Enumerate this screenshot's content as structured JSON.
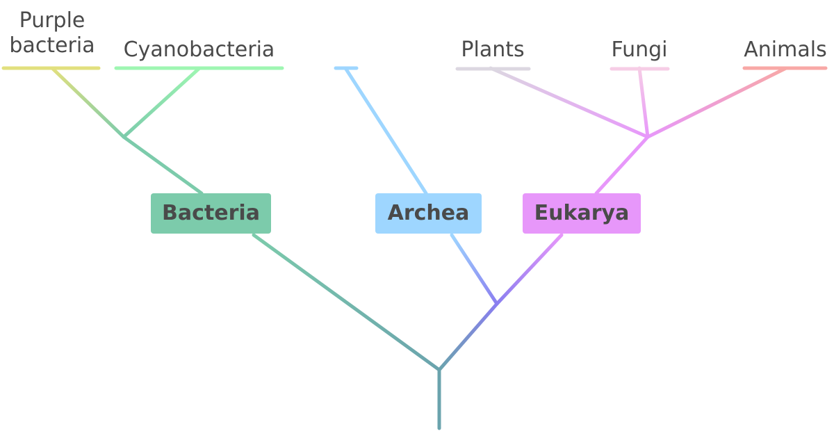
{
  "diagram": {
    "type": "phylogenetic-tree",
    "domains": [
      {
        "id": "bacteria",
        "label": "Bacteria",
        "color": "#7ccbab"
      },
      {
        "id": "archea",
        "label": "Archea",
        "color": "#9ed6ff"
      },
      {
        "id": "eukarya",
        "label": "Eukarya",
        "color": "#e797fa"
      }
    ],
    "leaves": [
      {
        "id": "purple-bacteria",
        "label_lines": [
          "Purple",
          "bacteria"
        ],
        "parent": "bacteria",
        "color": "#e2e07e"
      },
      {
        "id": "cyanobacteria",
        "label_lines": [
          "Cyanobacteria"
        ],
        "parent": "bacteria",
        "color": "#9ef6b2"
      },
      {
        "id": "archea-leaf",
        "label_lines": [],
        "parent": "archea",
        "color": "#9ed6ff"
      },
      {
        "id": "plants",
        "label_lines": [
          "Plants"
        ],
        "parent": "eukarya",
        "color": "#dcd7e1"
      },
      {
        "id": "fungi",
        "label_lines": [
          "Fungi"
        ],
        "parent": "eukarya",
        "color": "#f6cde6"
      },
      {
        "id": "animals",
        "label_lines": [
          "Animals"
        ],
        "parent": "eukarya",
        "color": "#f8a8a6"
      }
    ],
    "trunk_color": "#6aa3ad",
    "merge_color": "#8a7ef0"
  }
}
